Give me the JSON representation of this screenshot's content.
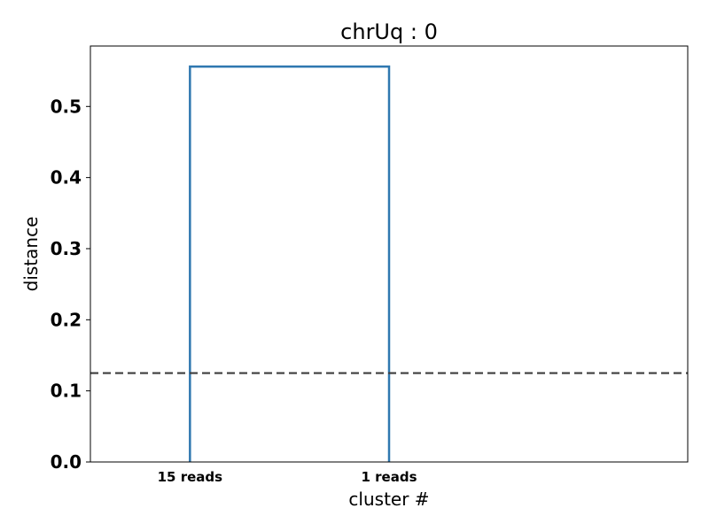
{
  "chart_data": {
    "type": "dendrogram",
    "title": "chrUq : 0",
    "xlabel": "cluster #",
    "ylabel": "distance",
    "ylim": [
      0.0,
      0.585
    ],
    "yticks": [
      0.0,
      0.1,
      0.2,
      0.3,
      0.4,
      0.5
    ],
    "ytick_labels": [
      "0.0",
      "0.1",
      "0.2",
      "0.3",
      "0.4",
      "0.5"
    ],
    "leaves": [
      "15 reads",
      "1 reads"
    ],
    "merge_height": 0.556,
    "threshold": 0.125,
    "grid": false,
    "colors": {
      "link": "#2f78b0",
      "threshold": "#3d3d3d",
      "axes": "#000000"
    }
  }
}
